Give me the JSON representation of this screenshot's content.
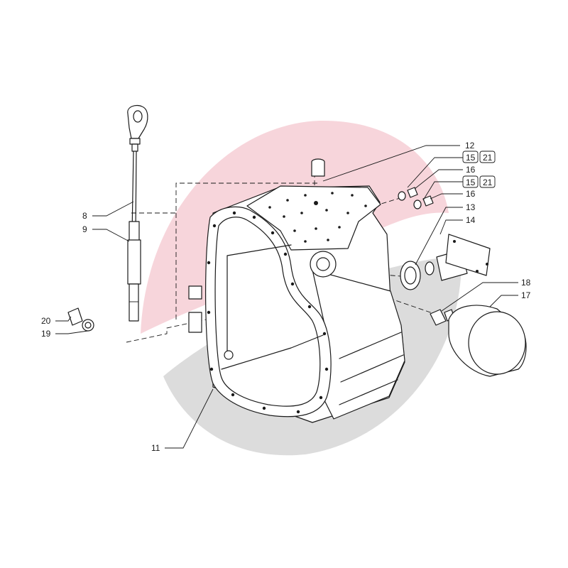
{
  "colors": {
    "watermark_top": "#f7d5db",
    "watermark_bottom": "#dcdcdc",
    "line": "#1a1a1a"
  },
  "labels": {
    "p8": "8",
    "p9": "9",
    "p11": "11",
    "p12": "12",
    "p13": "13",
    "p14": "14",
    "p15a": "15",
    "p21a": "21",
    "p16a": "16",
    "p15b": "15",
    "p21b": "21",
    "p16b": "16",
    "p17": "17",
    "p18": "18",
    "p19": "19",
    "p20": "20"
  }
}
